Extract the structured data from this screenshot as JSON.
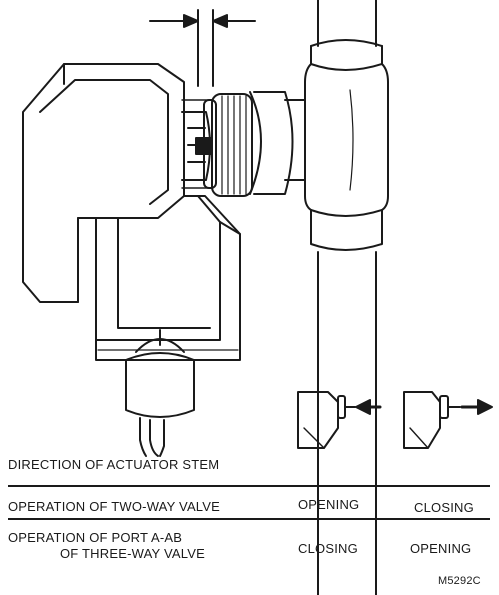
{
  "labels": {
    "direction": "DIRECTION OF ACTUATOR STEM",
    "two_way": "OPERATION OF TWO-WAY VALVE",
    "port_line1": "OPERATION OF PORT A-AB",
    "port_line2": "OF THREE-WAY VALVE"
  },
  "values": {
    "two_way_left": "OPENING",
    "two_way_right": "CLOSING",
    "three_way_left": "CLOSING",
    "three_way_right": "OPENING"
  },
  "figure_id": "M5292C",
  "colors": {
    "ink": "#1a1a1a",
    "paper": "#ffffff"
  },
  "icons": {
    "dimension": "dimension-arrows-icon",
    "retract": "stem-retract-arrow-icon",
    "extend": "stem-extend-arrow-icon"
  }
}
